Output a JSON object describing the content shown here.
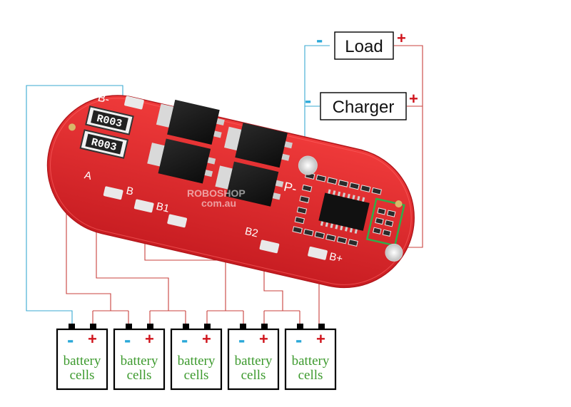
{
  "labels": {
    "load": "Load",
    "charger": "Charger"
  },
  "signs": {
    "minus": "-",
    "plus": "+"
  },
  "board": {
    "pads": {
      "b_minus": "B-",
      "a": "A",
      "b": "B",
      "b1": "B1",
      "b2": "B2",
      "b_plus": "B+",
      "p_minus": "P-"
    },
    "resistor_code": "R003",
    "watermark_line1": "ROBOSHOP",
    "watermark_line2": "com.au"
  },
  "cells": [
    {
      "line1": "battery",
      "line2": "cells"
    },
    {
      "line1": "battery",
      "line2": "cells"
    },
    {
      "line1": "battery",
      "line2": "cells"
    },
    {
      "line1": "battery",
      "line2": "cells"
    },
    {
      "line1": "battery",
      "line2": "cells"
    }
  ],
  "colors": {
    "board_red": "#e3242b",
    "wire_red": "#c8403c",
    "wire_blue": "#3aa9d2",
    "cell_text_green": "#3d9a2e",
    "plus_red": "#d0141c",
    "minus_blue": "#2aa8d8"
  }
}
